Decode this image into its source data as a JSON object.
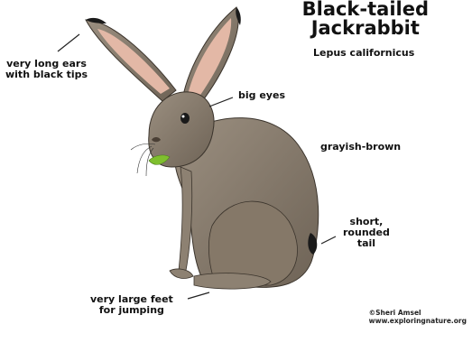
{
  "title_line1": "Black-tailed",
  "title_line2": "Jackrabbit",
  "subtitle": "Lepus californicus",
  "labels": {
    "ears": [
      "very long ears",
      "with black tips"
    ],
    "eyes": "big eyes",
    "color": "grayish-brown",
    "tail": [
      "short,",
      "rounded",
      "tail"
    ],
    "feet": [
      "very large feet",
      "for jumping"
    ]
  },
  "credit": [
    "©Sheri Amsel",
    "www.exploringnature.org"
  ],
  "colors": {
    "fur": "#8a7d6e",
    "fur_dark": "#5f5448",
    "ear_inner": "#e3b8a6",
    "ear_tip": "#1a1a1a",
    "leaf": "#7fbf2e"
  }
}
